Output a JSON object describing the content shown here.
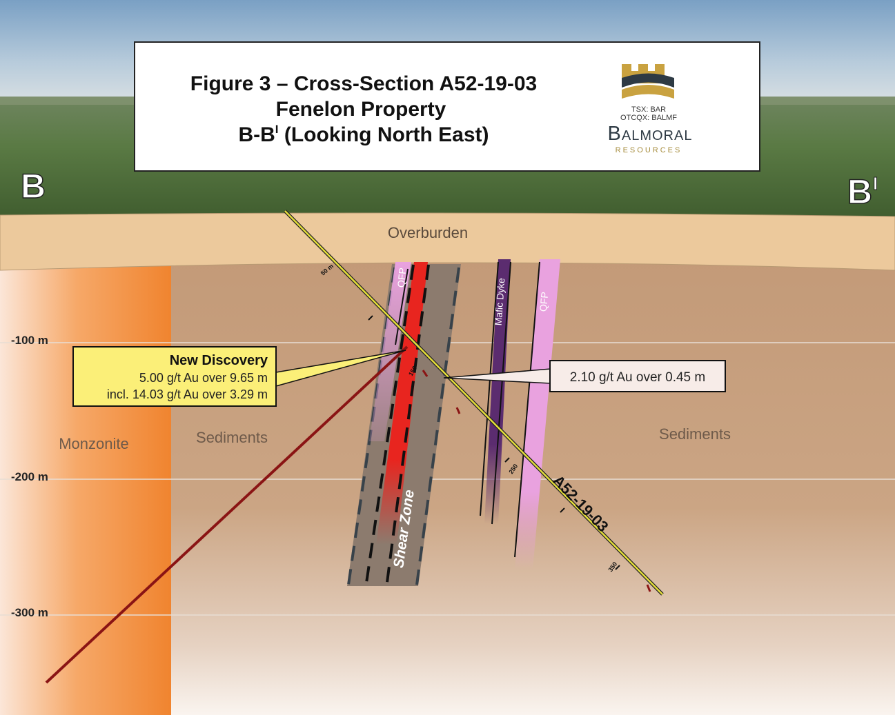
{
  "title": {
    "line1": "Figure 3 – Cross-Section A52-19-03",
    "line2": "Fenelon Property",
    "line3_main": "B-B",
    "line3_sup": "I",
    "line3_rest": " (Looking North East)"
  },
  "logo": {
    "tsx": "TSX: BAR",
    "otcqx": "OTCQX: BALMF",
    "name": "Balmoral",
    "sub": "RESOURCES"
  },
  "section_labels": {
    "left": "B",
    "right_main": "B",
    "right_sup": "I"
  },
  "depths": [
    "-100 m",
    "-200 m",
    "-300 m"
  ],
  "units": {
    "overburden": "Overburden",
    "monzonite": "Monzonite",
    "sediments_left": "Sediments",
    "sediments_right": "Sediments",
    "qfp_left": "QFP",
    "qfp_right": "QFP",
    "mafic_dyke": "Mafic Dyke",
    "shear_zone": "Shear Zone"
  },
  "drill_hole": {
    "name": "A52-19-03",
    "ticks": [
      "50 m",
      "150",
      "250",
      "350"
    ]
  },
  "callouts": {
    "discovery": {
      "title": "New Discovery",
      "line1": "5.00 g/t Au over 9.65 m",
      "line2": "incl. 14.03 g/t Au over 3.29 m"
    },
    "secondary": "2.10 g/t Au over 0.45 m"
  },
  "colors": {
    "monzonite": "#f08a3c",
    "sediments": "#c9a17f",
    "overburden": "#ecc99c",
    "qfp": "#e9a2df",
    "mafic": "#5b2c6f",
    "shear": "#8c7b6e",
    "mineralized": "#e8251f",
    "discovery_box": "#fbef78",
    "drill": "#e6df3a",
    "old_hole": "#8a1414"
  }
}
